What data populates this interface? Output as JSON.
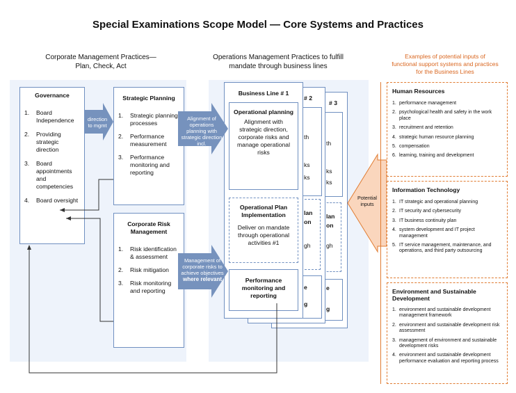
{
  "title": "Special Examinations Scope Model — Core Systems and Practices",
  "columns": {
    "corporate": "Corporate Management Practices—\nPlan, Check, Act",
    "operations": "Operations Management Practices to fulfill\nmandate through business lines",
    "inputs": "Examples of potential inputs of\nfunctional support systems and practices\nfor the Business Lines"
  },
  "governance": {
    "heading": "Governance",
    "items": [
      "Board Independence",
      "Providing strategic direction",
      "Board appointments and competencies",
      "Board oversight"
    ]
  },
  "strategic": {
    "heading": "Strategic Planning",
    "items": [
      "Strategic planning processes",
      "Performance measurement",
      "Performance monitoring and reporting"
    ]
  },
  "risk": {
    "heading": "Corporate Risk Management",
    "items": [
      "Risk identification & assessment",
      "Risk mitigation",
      "Risk monitoring and reporting"
    ]
  },
  "arrows": {
    "direction": "direction to mgmt",
    "alignment": "Alignment of operations planning with strategic direction incl.",
    "management_a": "Management of corporate risks to achieve objectives",
    "management_b": "where relevant",
    "potential": "Potential inputs"
  },
  "business_line": {
    "heading": "Business Line # 1",
    "ghost2": "# 2",
    "ghost3": "# 3",
    "op_planning_title": "Operational planning",
    "op_planning_body": "Alignment with strategic direction, corporate risks and manage operational risks",
    "op_impl_title": "Operational Plan Implementation",
    "op_impl_body": "Deliver on mandate through operational activities #1",
    "perf_title": "Performance monitoring and reporting"
  },
  "ghost_fragments": {
    "a": "th",
    "b": "ks",
    "c": "lan",
    "d": "on",
    "e": "gh",
    "f": "e",
    "g": "g"
  },
  "human_resources": {
    "heading": "Human Resources",
    "items": [
      "performance management",
      "psychological health and safety in the work place",
      "recruitment and retention",
      "strategic human resource planning",
      "compensation",
      "learning, training and development"
    ]
  },
  "information_technology": {
    "heading": "Information Technology",
    "items": [
      "IT strategic and operational planning",
      "IT security and cybersecurity",
      "IT business continuity plan",
      "system development and IT project management",
      "IT service management, maintenance, and operations, and third party outsourcing"
    ]
  },
  "environment": {
    "heading": "Environment and Sustainable Development",
    "items": [
      "environment and sustainable development management framework",
      "environment  and sustainable development risk assessment",
      "management of environment and sustainable development risks",
      "environment and sustainable development performance evaluation and reporting process"
    ]
  },
  "colors": {
    "accent": "#6f8fc0",
    "arrow": "#7692bd",
    "orange": "#e07b30",
    "panel": "#eef3fb",
    "orange_fill": "#fad6bd"
  }
}
